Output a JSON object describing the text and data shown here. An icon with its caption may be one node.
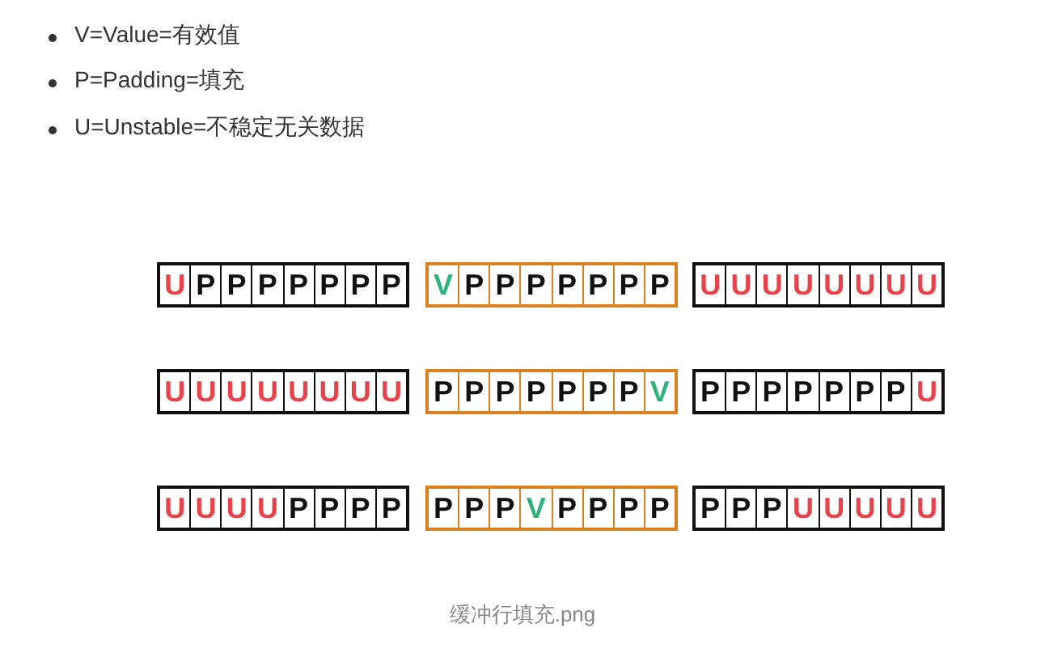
{
  "diagram": {
    "caption": "缓冲行填充.png",
    "labels": [
      "V=Value=有效值",
      "P=Padding=填充",
      "U=Unstable=不稳定无关数据"
    ],
    "nodes": [
      {
        "text": [],
        "shape": "box"
      },
      {
        "text": [
          "U"
        ],
        "in": 0
      },
      {
        "text": [
          "P"
        ],
        "in": 0
      },
      {
        "text": [
          "P"
        ],
        "in": 0
      },
      {
        "text": [
          "P"
        ],
        "in": 0
      },
      {
        "text": [
          "P"
        ],
        "in": 0
      },
      {
        "text": [
          "P"
        ],
        "in": 0
      },
      {
        "text": [
          "P"
        ],
        "in": 0
      },
      {
        "text": [
          "P"
        ],
        "in": 0
      },
      {
        "text": [],
        "shape": "box"
      },
      {
        "text": [
          "V"
        ],
        "in": 9
      },
      {
        "text": [
          "P"
        ],
        "in": 9
      },
      {
        "text": [
          "P"
        ],
        "in": 9
      },
      {
        "text": [
          "P"
        ],
        "in": 9
      },
      {
        "text": [
          "P"
        ],
        "in": 9
      },
      {
        "text": [
          "P"
        ],
        "in": 9
      },
      {
        "text": [
          "P"
        ],
        "in": 9
      },
      {
        "text": [
          "P"
        ],
        "in": 9
      },
      {
        "text": [],
        "shape": "box"
      },
      {
        "text": [
          "U"
        ],
        "in": 18
      },
      {
        "text": [
          "U"
        ],
        "in": 18
      },
      {
        "text": [
          "U"
        ],
        "in": 18
      },
      {
        "text": [
          "U"
        ],
        "in": 18
      },
      {
        "text": [
          "U"
        ],
        "in": 18
      },
      {
        "text": [
          "U"
        ],
        "in": 18
      },
      {
        "text": [
          "U"
        ],
        "in": 18
      },
      {
        "text": [
          "U"
        ],
        "in": 18
      },
      {
        "text": [],
        "shape": "box"
      },
      {
        "text": [
          "U"
        ],
        "in": 27
      },
      {
        "text": [
          "U"
        ],
        "in": 27
      },
      {
        "text": [
          "U"
        ],
        "in": 27
      },
      {
        "text": [
          "U"
        ],
        "in": 27
      },
      {
        "text": [
          "U"
        ],
        "in": 27
      },
      {
        "text": [
          "U"
        ],
        "in": 27
      },
      {
        "text": [
          "U"
        ],
        "in": 27
      },
      {
        "text": [
          "U"
        ],
        "in": 27
      },
      {
        "text": [],
        "shape": "box"
      },
      {
        "text": [
          "P"
        ],
        "in": 36
      },
      {
        "text": [
          "P"
        ],
        "in": 36
      },
      {
        "text": [
          "P"
        ],
        "in": 36
      },
      {
        "text": [
          "P"
        ],
        "in": 36
      },
      {
        "text": [
          "P"
        ],
        "in": 36
      },
      {
        "text": [
          "P"
        ],
        "in": 36
      },
      {
        "text": [
          "P"
        ],
        "in": 36
      },
      {
        "text": [
          "V"
        ],
        "in": 36
      },
      {
        "text": [],
        "shape": "box"
      },
      {
        "text": [
          "P"
        ],
        "in": 45
      },
      {
        "text": [
          "P"
        ],
        "in": 45
      },
      {
        "text": [
          "P"
        ],
        "in": 45
      },
      {
        "text": [
          "P"
        ],
        "in": 45
      },
      {
        "text": [
          "P"
        ],
        "in": 45
      },
      {
        "text": [
          "P"
        ],
        "in": 45
      },
      {
        "text": [
          "P"
        ],
        "in": 45
      },
      {
        "text": [
          "U"
        ],
        "in": 45
      },
      {
        "text": [],
        "shape": "box"
      },
      {
        "text": [
          "U"
        ],
        "in": 54
      },
      {
        "text": [
          "U"
        ],
        "in": 54
      },
      {
        "text": [
          "U"
        ],
        "in": 54
      },
      {
        "text": [
          "U"
        ],
        "in": 54
      },
      {
        "text": [
          "P"
        ],
        "in": 54
      },
      {
        "text": [
          "P"
        ],
        "in": 54
      },
      {
        "text": [
          "P"
        ],
        "in": 54
      },
      {
        "text": [
          "P"
        ],
        "in": 54
      },
      {
        "text": [],
        "shape": "box"
      },
      {
        "text": [
          "P"
        ],
        "in": 63
      },
      {
        "text": [
          "P"
        ],
        "in": 63
      },
      {
        "text": [
          "P"
        ],
        "in": 63
      },
      {
        "text": [
          "V"
        ],
        "in": 63
      },
      {
        "text": [
          "P"
        ],
        "in": 63
      },
      {
        "text": [
          "P"
        ],
        "in": 63
      },
      {
        "text": [
          "P"
        ],
        "in": 63
      },
      {
        "text": [
          "P"
        ],
        "in": 63
      },
      {
        "text": [],
        "shape": "box"
      },
      {
        "text": [
          "P"
        ],
        "in": 72
      },
      {
        "text": [
          "P"
        ],
        "in": 72
      },
      {
        "text": [
          "P"
        ],
        "in": 72
      },
      {
        "text": [
          "U"
        ],
        "in": 72
      },
      {
        "text": [
          "U"
        ],
        "in": 72
      },
      {
        "text": [
          "U"
        ],
        "in": 72
      },
      {
        "text": [
          "U"
        ],
        "in": 72
      },
      {
        "text": [
          "U"
        ],
        "in": 72
      }
    ]
  }
}
